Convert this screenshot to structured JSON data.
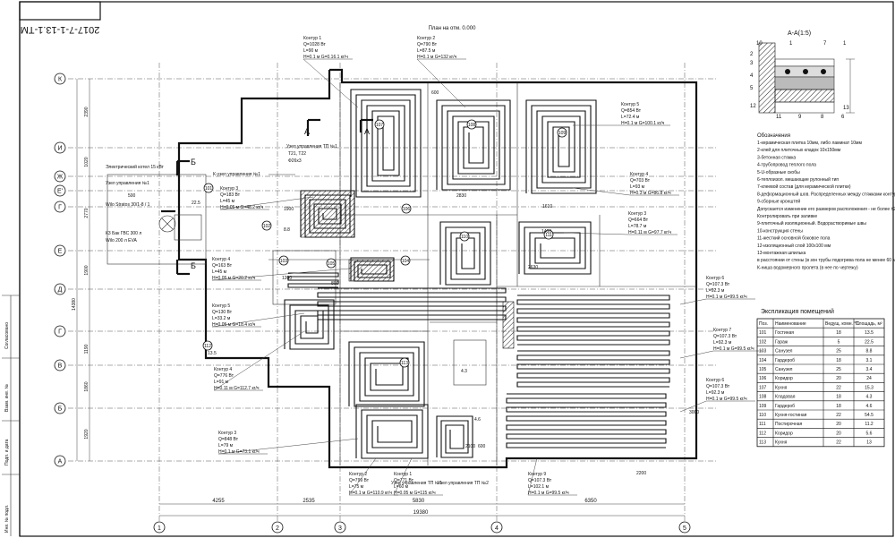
{
  "stamp": {
    "code": "2017-7-1-13.1-ТМ"
  },
  "plan_title": "План на отм. 0.000",
  "section": {
    "title": "А-А(1:5)",
    "numbers_top": [
      "10",
      "1",
      "7",
      "1"
    ],
    "numbers_left": [
      "2",
      "3",
      "4",
      "5"
    ],
    "numbers_bottom": [
      "12",
      "11",
      "9",
      "8",
      "6",
      "13"
    ]
  },
  "legend": {
    "title": "Обозначения",
    "items": [
      "1-керамическая плитка 10мм, либо ламинат 10мм",
      "2-клей для плиточных кладок 10х150мм",
      "3-бетонная стяжка",
      "4-трубопровод теплого пола",
      "5-U-образные скобы",
      "6-теплоизол. мешающие рулонный тип",
      "7-клеевой состав (для керамической плитки)",
      "8-деформационный шов. Распределенных между стяжками контура",
      "9-сборные кронштей",
      "Допускается изменение его размеров расположения - не более ±2 мм",
      "Контролировать при заливке",
      "9-плиточный изоляционный. Водорастворимые швы",
      "10-конструкция стены",
      "11-жесткий основной боковое пола",
      "12-изоляционный слой 100x100 мм",
      "13-монтажная шпилька",
      "в расстоянии от стены (в зон трубы подогрева пола не менее 60 мм",
      "К-ниша водомерного пролета (в нее по чертежу)"
    ]
  },
  "explication": {
    "title": "Экспликация помещений",
    "headers": [
      "Поз.",
      "Наименование",
      "Ведущ. комн. °С",
      "Площадь, м²"
    ],
    "rows": [
      [
        "101",
        "Гостиная",
        "18",
        "13.5"
      ],
      [
        "102",
        "Гараж",
        "5",
        "22.5"
      ],
      [
        "103",
        "Санузел",
        "25",
        "8.8"
      ],
      [
        "104",
        "Гардероб",
        "18",
        "3.1"
      ],
      [
        "105",
        "Санузел",
        "25",
        "3.4"
      ],
      [
        "106",
        "Коридор",
        "20",
        "24"
      ],
      [
        "107",
        "Кухня",
        "22",
        "15.3"
      ],
      [
        "108",
        "Кладовая",
        "18",
        "4.3"
      ],
      [
        "109",
        "Гардероб",
        "18",
        "4.6"
      ],
      [
        "110",
        "Кухня-гостиная",
        "22",
        "54.5"
      ],
      [
        "111",
        "Постирочная",
        "20",
        "11.2"
      ],
      [
        "112",
        "Коридор",
        "20",
        "5.6"
      ],
      [
        "113",
        "Кухня",
        "22",
        "13"
      ]
    ]
  },
  "axes_letters": [
    "К",
    "И",
    "Ж",
    "Е'",
    "Г",
    "Е",
    "Д",
    "Г",
    "В",
    "Б",
    "А"
  ],
  "axes_numbers": [
    "1",
    "2",
    "3",
    "4",
    "5"
  ],
  "dims_bottom": [
    "4255",
    "2535",
    "5830",
    "6350"
  ],
  "dim_total": "19380",
  "dims_left": [
    "2390",
    "1020",
    "2770",
    "1900",
    "1190",
    "1860",
    "1920"
  ],
  "dim_left_total": "14380",
  "contours": [
    {
      "title": "Контур 1",
      "l1": "Q=1028 Вт",
      "l2": "L=90 м",
      "l3": "H=0.1 м G=0.16.1 кг/ч"
    },
    {
      "title": "Контур 2",
      "l1": "Q=790 Вт",
      "l2": "L=87.5 м",
      "l3": "H=0.1 м G=132 кг/ч"
    },
    {
      "title": "Контур 5",
      "l1": "Q=854 Вт",
      "l2": "L=72.4 м",
      "l3": "H=0.1 м G=100.1 кг/ч"
    },
    {
      "title": "Контур 4",
      "l1": "Q=703 Вт",
      "l2": "L=93 м",
      "l3": "H=0.3 м G=86.8 кг/ч"
    },
    {
      "title": "Контур 3",
      "l1": "Q=664 Вт",
      "l2": "L=78.7 м",
      "l3": "H=0.11 м G=97.7 кг/ч"
    },
    {
      "title": "Контур 3",
      "l1": "Q=183 Вт",
      "l2": "L=45 м",
      "l3": "H=0.05 м G=48.2 кг/ч"
    },
    {
      "title": "Контур 4",
      "l1": "Q=163 Вт",
      "l2": "L=45 м",
      "l3": "H=0.05 м G=20.2 кг/ч"
    },
    {
      "title": "Контур 5",
      "l1": "Q=130 Вт",
      "l2": "L=33.2 м",
      "l3": "H=0.05 м G=18.4 кг/ч"
    },
    {
      "title": "Контур 6",
      "l1": "Q=107.3 Вт",
      "l2": "L=92.3 м",
      "l3": "H=0.1 м G=99.5 кг/ч"
    },
    {
      "title": "Контур 7",
      "l1": "Q=107.3 Вт",
      "l2": "L=92.3 м",
      "l3": "H=0.1 м G=99.5 кг/ч"
    },
    {
      "title": "Контур 6",
      "l1": "Q=107.3 Вт",
      "l2": "L=92.3 м",
      "l3": "H=0.1 м G=99.5 кг/ч"
    },
    {
      "title": "Контур 4",
      "l1": "Q=776 Вт",
      "l2": "L=91 м",
      "l3": "H=0.11 м G=112.7 кг/ч"
    },
    {
      "title": "Контур 3",
      "l1": "Q=848 Вт",
      "l2": "L=79 м",
      "l3": "H=0.1 м G=73.1 кг/ч"
    },
    {
      "title": "Контур 2",
      "l1": "Q=799 Вт",
      "l2": "L=75 м",
      "l3": "H=0.1 м G=110.9 кг/ч"
    },
    {
      "title": "Контур 1",
      "l1": "Q=771 Вт",
      "l2": "L=60 м",
      "l3": "H=0.05 м G=115 кг/ч"
    },
    {
      "title": "Контур 9",
      "l1": "Q=107.3 Вт",
      "l2": "L=102.1 м",
      "l3": "H=0.1 м G=99.5 кг/ч"
    }
  ],
  "manifolds": {
    "m1": "Узел управления ТП №1",
    "m1b": "Т21, Т22",
    "m1c": "Ф26х3",
    "m2": "Узел управления ТП №1",
    "m3": "Узел управления ТП №2",
    "boiler": "Электрический котел 15 кВт",
    "unit": "Узел управления №1",
    "tank": "Wilo Stratos 30/1-8 / 1",
    "tank2": "К3 Бак ГВС 300 л",
    "tank3": "Wilo 200 л EVA",
    "pumpline": "К-узел управления №1"
  },
  "room_tags": [
    "101",
    "102",
    "103",
    "104",
    "105",
    "106",
    "107",
    "108",
    "109",
    "110",
    "111",
    "112",
    "113"
  ],
  "room_values": [
    "13.5",
    "8.8",
    "22.5",
    "4.3",
    "4.6"
  ],
  "misc_dims": [
    "600",
    "1900",
    "2830",
    "1610",
    "2630",
    "2200",
    "3000",
    "2100",
    "1400",
    "600",
    "500",
    "800",
    "1200"
  ],
  "section_marks": {
    "a": "А",
    "b": "Б"
  },
  "side_labels": [
    "Инв. № подл.",
    "Подп. и дата",
    "Взам. инв. №",
    "Согласовано"
  ]
}
